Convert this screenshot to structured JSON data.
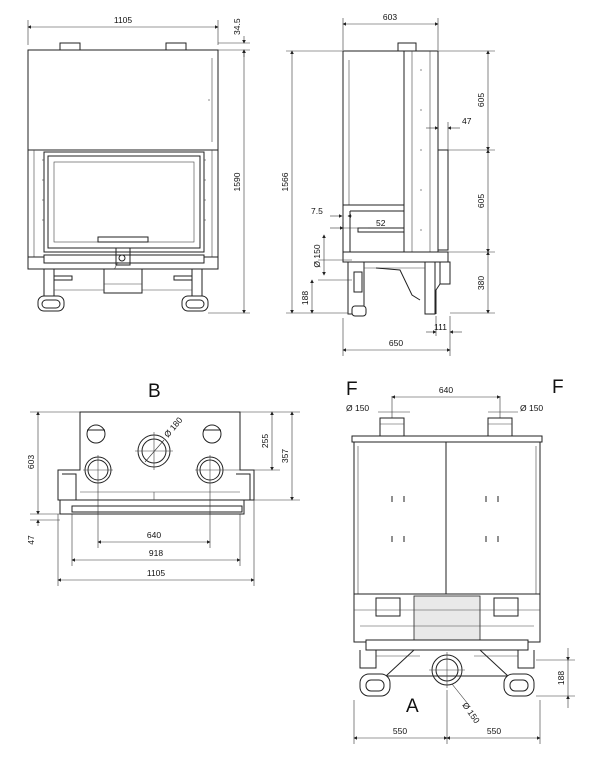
{
  "front": {
    "width": "1105",
    "top_offset": "34.5",
    "height": "1590"
  },
  "side": {
    "depth": "603",
    "upper": "605",
    "middle": "605",
    "lower": "380",
    "offset_47": "47",
    "total_height": "1566",
    "d75": "7.5",
    "d52": "52",
    "outlet": "Ø 150",
    "leg_height": "188",
    "foot_depth": "111",
    "total_depth": "650"
  },
  "top_view": {
    "label": "B",
    "depth": "603",
    "front_strip": "47",
    "d255": "255",
    "d357": "357",
    "center_flue": "Ø 180",
    "spacing": "640",
    "inner_width": "918",
    "width": "1105"
  },
  "back_view": {
    "label_left": "F",
    "label_right": "F",
    "label_bottom": "A",
    "outlet_left": "Ø 150",
    "outlet_right": "Ø 150",
    "spacing": "640",
    "inlet": "Ø 150",
    "leg_height": "188",
    "half_left": "550",
    "half_right": "550"
  },
  "colors": {
    "line": "#222222",
    "fill_grey": "#e9e9e9"
  }
}
